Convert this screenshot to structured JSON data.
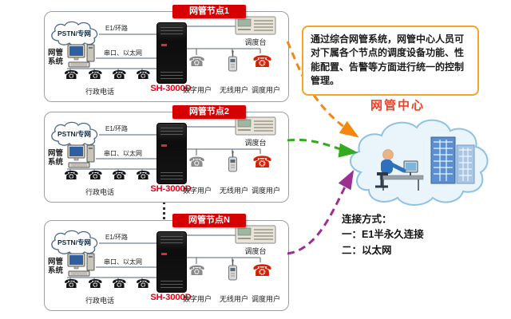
{
  "icons": {
    "phone": "☎"
  },
  "colors": {
    "node_header_bg": "#d60000",
    "device_model_text": "#e60012",
    "center_title": "#ef4123",
    "description_border": "#f5a32a",
    "arrow_node1": "#f5870f",
    "arrow_node2": "#35aa1f",
    "arrow_nodeN": "#9b3090"
  },
  "description_box": {
    "text": "通过综合网管系统，网管中心人员可对下属各个节点的调度设备功能、性能配置、告警等方面进行统一的控制管理。"
  },
  "center": {
    "title": "网管中心"
  },
  "connection_info": {
    "title": "连接方式：",
    "lines": [
      "一：E1半永久连接",
      "二：以太网"
    ]
  },
  "nodes": [
    {
      "title": "网管节点1",
      "pstn_label": "PSTN/专网",
      "e1_label": "E1/环路",
      "nms_label": "网管系统",
      "serial_label": "串口、以太网",
      "device_model": "SH-3000D",
      "admin_phone_label": "行政电话",
      "console_label": "调度台",
      "user_labels": [
        "数字用户",
        "无线用户",
        "调度用户"
      ]
    },
    {
      "title": "网管节点2",
      "pstn_label": "PSTN/专网",
      "e1_label": "E1/环路",
      "nms_label": "网管系统",
      "serial_label": "串口、以太网",
      "device_model": "SH-3000D",
      "admin_phone_label": "行政电话",
      "console_label": "调度台",
      "user_labels": [
        "数字用户",
        "无线用户",
        "调度用户"
      ]
    },
    {
      "title": "网管节点N",
      "pstn_label": "PSTN/专网",
      "e1_label": "E1/环路",
      "nms_label": "网管系统",
      "serial_label": "串口、以太网",
      "device_model": "SH-3000D",
      "admin_phone_label": "行政电话",
      "console_label": "调度台",
      "user_labels": [
        "数字用户",
        "无线用户",
        "调度用户"
      ]
    }
  ]
}
